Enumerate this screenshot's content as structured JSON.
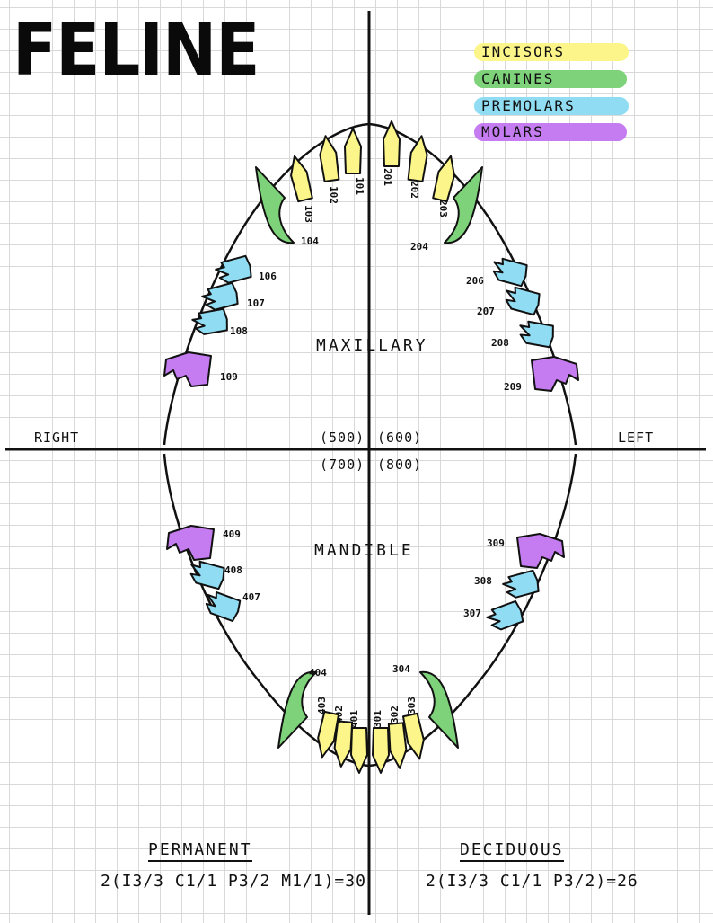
{
  "title": "FELINE",
  "legend": [
    {
      "label": "INCISORS",
      "color": "#fbf58a"
    },
    {
      "label": "CANINES",
      "color": "#7ed27a"
    },
    {
      "label": "PREMOLARS",
      "color": "#8fdcf3"
    },
    {
      "label": "MOLARS",
      "color": "#c57cf1"
    }
  ],
  "sides": {
    "right": "RIGHT",
    "left": "LEFT"
  },
  "regions": {
    "maxillary": "MAXILLARY",
    "mandible": "MANDIBLE"
  },
  "quadrants": {
    "upper_right": "(500)",
    "upper_left": "(600)",
    "lower_right": "(700)",
    "lower_left": "(800)"
  },
  "formulas": {
    "permanent": {
      "heading": "PERMANENT",
      "text": "2(I3/3 C1/1 P3/2 M1/1)=30"
    },
    "deciduous": {
      "heading": "DECIDUOUS",
      "text": "2(I3/3 C1/1 P3/2)=26"
    }
  },
  "teeth": [
    {
      "id": "101",
      "type": "incisor"
    },
    {
      "id": "102",
      "type": "incisor"
    },
    {
      "id": "103",
      "type": "incisor"
    },
    {
      "id": "104",
      "type": "canine"
    },
    {
      "id": "106",
      "type": "premolar"
    },
    {
      "id": "107",
      "type": "premolar"
    },
    {
      "id": "108",
      "type": "premolar"
    },
    {
      "id": "109",
      "type": "molar"
    },
    {
      "id": "201",
      "type": "incisor"
    },
    {
      "id": "202",
      "type": "incisor"
    },
    {
      "id": "203",
      "type": "incisor"
    },
    {
      "id": "204",
      "type": "canine"
    },
    {
      "id": "206",
      "type": "premolar"
    },
    {
      "id": "207",
      "type": "premolar"
    },
    {
      "id": "208",
      "type": "premolar"
    },
    {
      "id": "209",
      "type": "molar"
    },
    {
      "id": "301",
      "type": "incisor"
    },
    {
      "id": "302",
      "type": "incisor"
    },
    {
      "id": "303",
      "type": "incisor"
    },
    {
      "id": "304",
      "type": "canine"
    },
    {
      "id": "307",
      "type": "premolar"
    },
    {
      "id": "308",
      "type": "premolar"
    },
    {
      "id": "309",
      "type": "molar"
    },
    {
      "id": "401",
      "type": "incisor"
    },
    {
      "id": "402",
      "type": "incisor"
    },
    {
      "id": "403",
      "type": "incisor"
    },
    {
      "id": "404",
      "type": "canine"
    },
    {
      "id": "407",
      "type": "premolar"
    },
    {
      "id": "408",
      "type": "premolar"
    },
    {
      "id": "409",
      "type": "molar"
    }
  ]
}
